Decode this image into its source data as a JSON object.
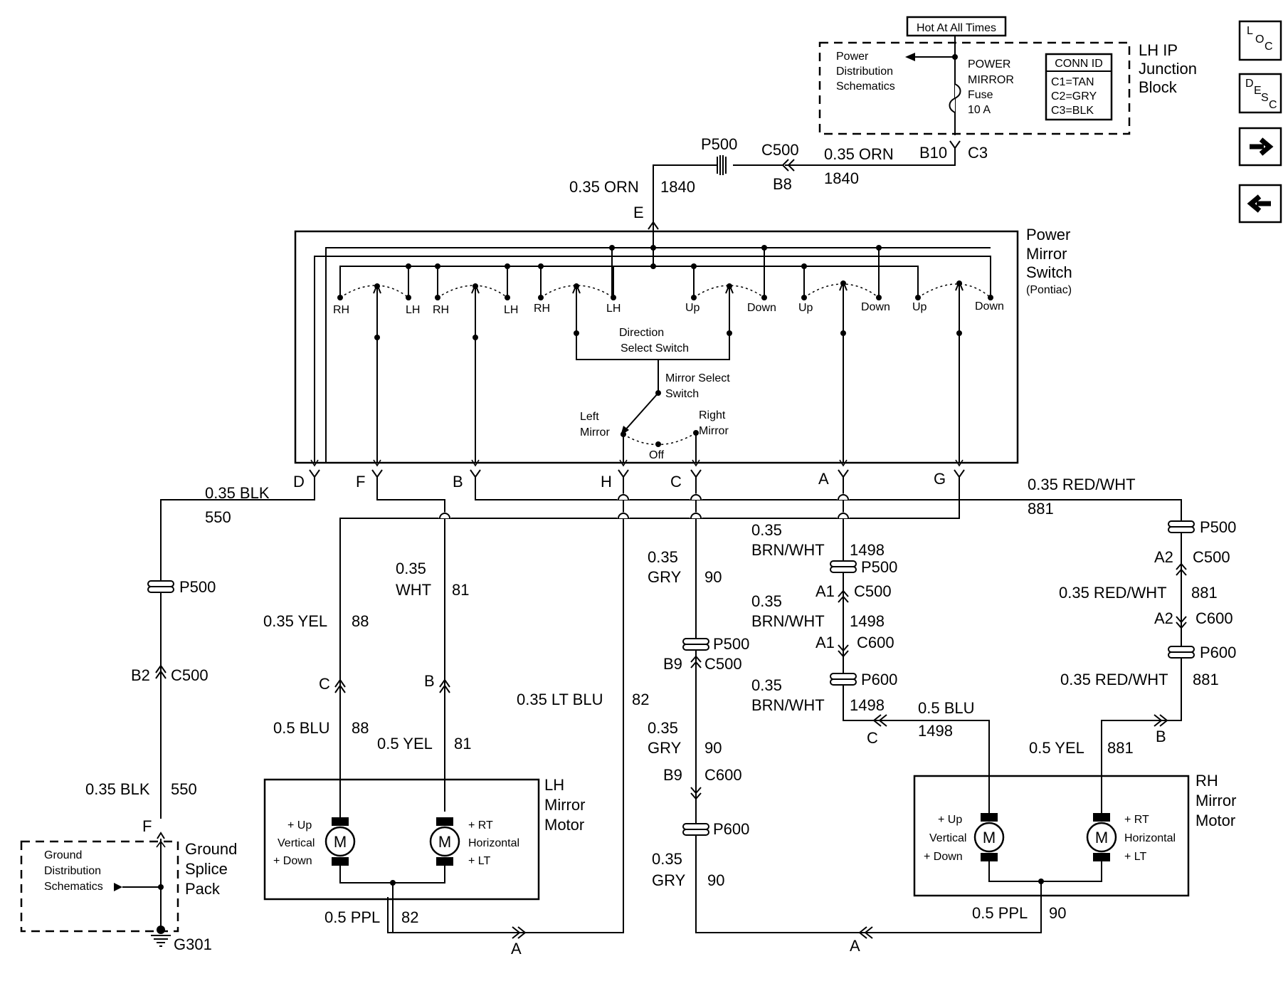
{
  "top": {
    "hot_label": "Hot At All Times",
    "jb_title": "LH IP Junction Block",
    "pds_text": "Power Distribution Schematics",
    "fuse_text": "POWER MIRROR Fuse 10 A",
    "conn_id_title": "CONN ID",
    "conn_ids": [
      "C1=TAN",
      "C2=GRY",
      "C3=BLK"
    ]
  },
  "nav": {
    "loc": {
      "chars": [
        "L",
        "O",
        "C"
      ]
    },
    "desc": {
      "chars": [
        "D",
        "E",
        "S",
        "C"
      ]
    },
    "forward": "right-arrow-icon",
    "back": "left-arrow-icon"
  },
  "labels": {
    "c3": "C3",
    "b10": "B10",
    "orn_top": "0.35 ORN",
    "n1840_a": "1840",
    "c500_top": "C500",
    "b8": "B8",
    "p500_top": "P500",
    "orn_left": "0.35 ORN",
    "n1840_b": "1840",
    "e": "E",
    "switch_title": "Power Mirror Switch (Pontiac)",
    "dir_switch": "Direction Select Switch",
    "mir_switch": "Mirror Select Switch",
    "left_mirror": "Left Mirror",
    "right_mirror": "Right Mirror",
    "off": "Off",
    "contacts": [
      "RH",
      "LH",
      "RH",
      "LH",
      "RH",
      "LH",
      "Up",
      "Down",
      "Up",
      "Down",
      "Up",
      "Down"
    ],
    "pins": [
      "D",
      "F",
      "B",
      "H",
      "C",
      "A",
      "G"
    ],
    "blk_top": "0.35 BLK",
    "n550_top": "550",
    "p500_left": "P500",
    "b2": "B2",
    "c500_left": "C500",
    "blk_bot": "0.35 BLK",
    "n550_bot": "550",
    "f_gsp": "F",
    "gsp_title": "Ground Splice Pack",
    "gds_text": "Ground Distribution Schematics",
    "g301": "G301",
    "yel_035": "0.35 YEL",
    "n88a": "88",
    "wht_035": "0.35 WHT",
    "n81a": "81",
    "c_lh": "C",
    "b_lh": "B",
    "blu_05": "0.5 BLU",
    "n88b": "88",
    "yel_05": "0.5 YEL",
    "n81b": "81",
    "ltblu": "0.35 LT BLU",
    "n82a": "82",
    "lh_motor_title": "LH Mirror Motor",
    "m": "M",
    "vert_text": "+ Up Vertical + Down",
    "horiz_text": "+ RT Horizontal + LT",
    "ppl_lh": "0.5 PPL",
    "n82b": "82",
    "a_lh": "A",
    "gry1": "0.35 GRY",
    "n90a": "90",
    "p500_gry": "P500",
    "b9_top": "B9",
    "c500_gry": "C500",
    "gry2": "0.35 GRY",
    "n90b": "90",
    "b9_bot": "B9",
    "c600_gry": "C600",
    "p600_gry": "P600",
    "gry3": "0.35 GRY",
    "n90c": "90",
    "a_rh": "A",
    "brn1": "0.35 BRN/WHT",
    "n1498a": "1498",
    "p500_brn": "P500",
    "a1_top": "A1",
    "c500_brn": "C500",
    "brn2": "0.35 BRN/WHT",
    "n1498b": "1498",
    "a1_bot": "A1",
    "c600_brn": "C600",
    "p600_brn": "P600",
    "brn3": "0.35 BRN/WHT",
    "n1498c": "1498",
    "c_rh": "C",
    "blu_rh": "0.5 BLU",
    "n1498d": "1498",
    "redwht_top": "0.35 RED/WHT",
    "n881a": "881",
    "p500_red": "P500",
    "a2_top": "A2",
    "c500_red": "C500",
    "redwht_mid": "0.35 RED/WHT",
    "n881b": "881",
    "a2_bot": "A2",
    "c600_red": "C600",
    "p600_red": "P600",
    "redwht_bot": "0.35 RED/WHT",
    "n881c": "881",
    "b_rh": "B",
    "yel_rh": "0.5 YEL",
    "n881d": "881",
    "rh_motor_title": "RH Mirror Motor",
    "ppl_rh": "0.5 PPL",
    "n90d": "90"
  }
}
